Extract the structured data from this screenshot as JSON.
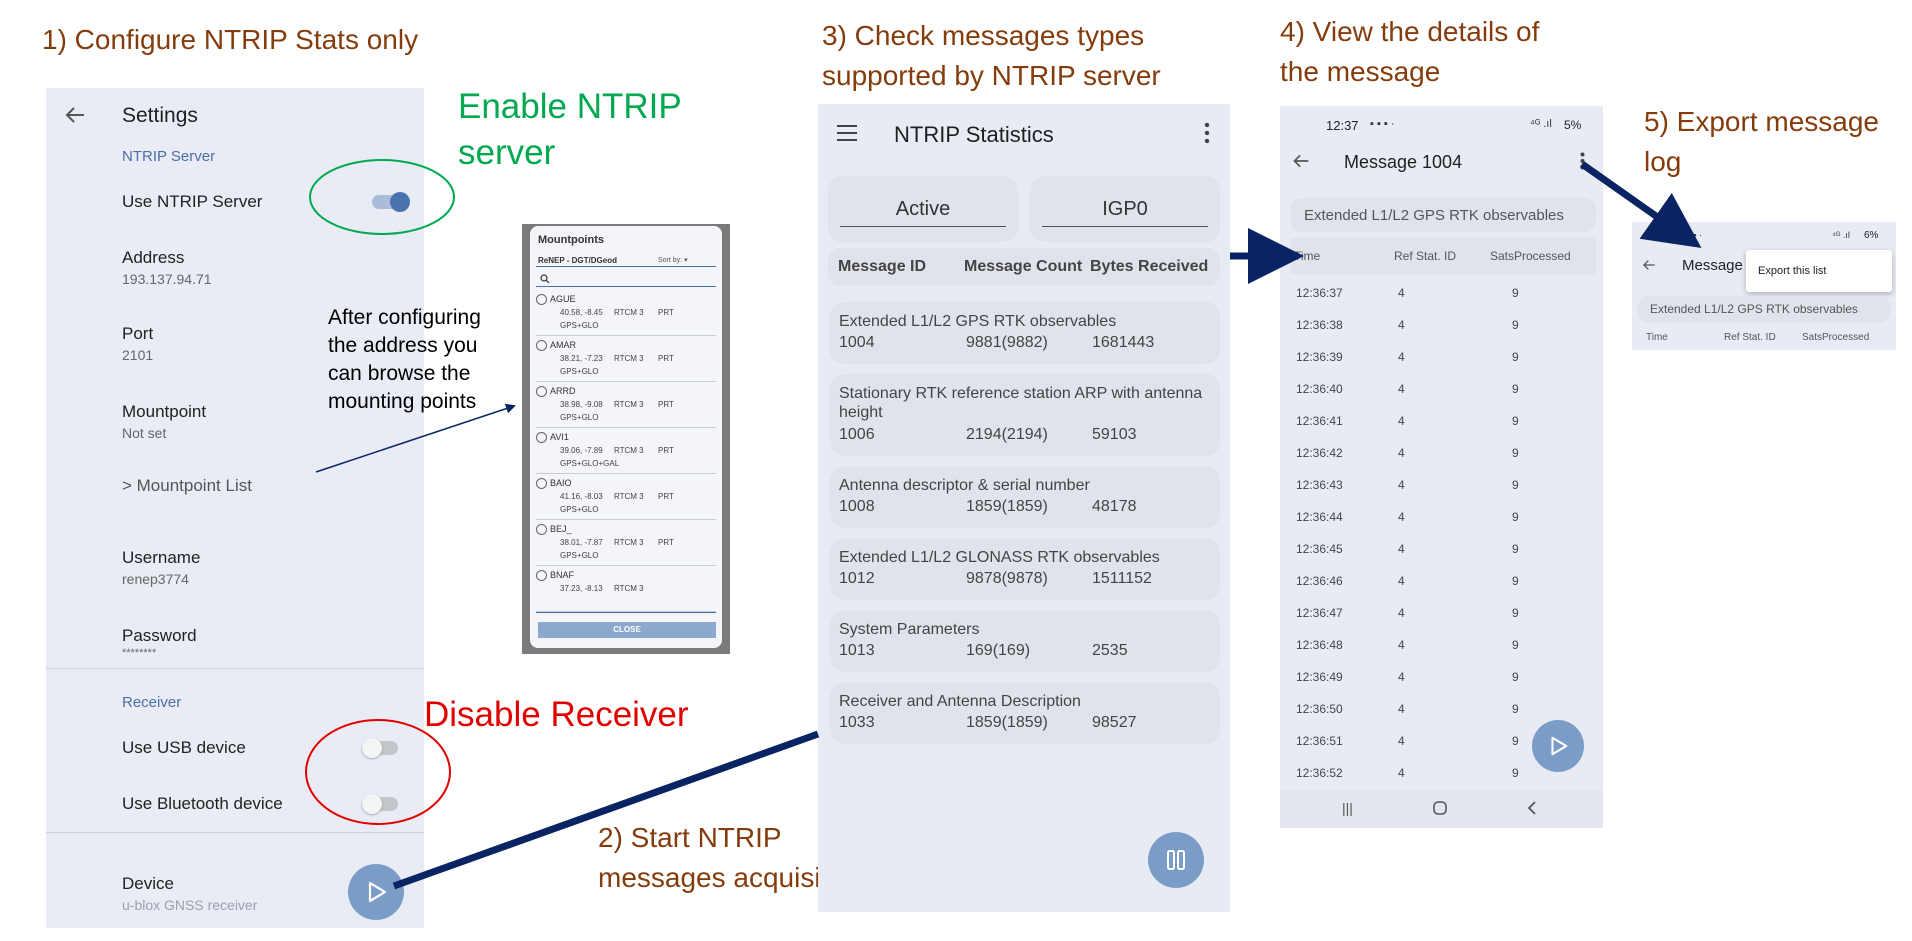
{
  "steps": {
    "s1": "1) Configure NTRIP Stats only",
    "s2a": "2) Start NTRIP",
    "s2b": "messages acquisition",
    "s3a": "3) Check messages types",
    "s3b": "supported by NTRIP server",
    "s4a": "4) View the details of",
    "s4b": "the message",
    "s5a": "5) Export message",
    "s5b": "log"
  },
  "annotations": {
    "enable_a": "Enable NTRIP",
    "enable_b": "server",
    "disable": "Disable Receiver",
    "browse": [
      "After configuring",
      "the address you",
      "can browse the",
      "mounting points"
    ]
  },
  "settings": {
    "title": "Settings",
    "section_server": "NTRIP Server",
    "use_server": "Use NTRIP Server",
    "use_server_on": true,
    "address_label": "Address",
    "address_value": "193.137.94.71",
    "port_label": "Port",
    "port_value": "2101",
    "mountpoint_label": "Mountpoint",
    "mountpoint_value": "Not set",
    "mountpoint_list": "> Mountpoint List",
    "username_label": "Username",
    "username_value": "renep3774",
    "password_label": "Password",
    "password_value": "********",
    "section_receiver": "Receiver",
    "use_usb": "Use USB device",
    "use_usb_on": false,
    "use_bt": "Use Bluetooth device",
    "use_bt_on": false,
    "device_label": "Device",
    "device_value": "u-blox GNSS receiver"
  },
  "mountpoints": {
    "title": "Mountpoints",
    "network": "ReNEP - DGT/DGeod",
    "sort": "Sort by:",
    "close": "CLOSE",
    "items": [
      {
        "name": "AGUE",
        "coords": "40.58, -8.45",
        "format": "RTCM 3",
        "country": "PRT",
        "systems": "GPS+GLO"
      },
      {
        "name": "AMAR",
        "coords": "38.21, -7.23",
        "format": "RTCM 3",
        "country": "PRT",
        "systems": "GPS+GLO"
      },
      {
        "name": "ARRD",
        "coords": "38.98, -9.08",
        "format": "RTCM 3",
        "country": "PRT",
        "systems": "GPS+GLO"
      },
      {
        "name": "AVI1",
        "coords": "39.06, -7.89",
        "format": "RTCM 3",
        "country": "PRT",
        "systems": "GPS+GLO+GAL"
      },
      {
        "name": "BAIO",
        "coords": "41.16, -8.03",
        "format": "RTCM 3",
        "country": "PRT",
        "systems": "GPS+GLO"
      },
      {
        "name": "BEJ_",
        "coords": "38.01, -7.87",
        "format": "RTCM 3",
        "country": "PRT",
        "systems": "GPS+GLO"
      },
      {
        "name": "BNAF",
        "coords": "37.23, -8.13",
        "format": "RTCM 3",
        "country": "",
        "systems": ""
      }
    ]
  },
  "stats": {
    "title": "NTRIP Statistics",
    "status": "Active",
    "mountpoint": "IGP0",
    "headers": [
      "Message ID",
      "Message Count",
      "Bytes Received"
    ],
    "messages": [
      {
        "title": "Extended L1/L2 GPS RTK observables",
        "id": "1004",
        "count": "9881(9882)",
        "bytes": "1681443"
      },
      {
        "title": "Stationary RTK reference station ARP with antenna height",
        "id": "1006",
        "count": "2194(2194)",
        "bytes": "59103"
      },
      {
        "title": "Antenna descriptor & serial number",
        "id": "1008",
        "count": "1859(1859)",
        "bytes": "48178"
      },
      {
        "title": "Extended L1/L2 GLONASS RTK observables",
        "id": "1012",
        "count": "9878(9878)",
        "bytes": "1511152"
      },
      {
        "title": "System Parameters",
        "id": "1013",
        "count": "169(169)",
        "bytes": "2535"
      },
      {
        "title": "Receiver and Antenna Description",
        "id": "1033",
        "count": "1859(1859)",
        "bytes": "98527"
      }
    ]
  },
  "detail": {
    "status_time": "12:37",
    "status_right": "5%",
    "title": "Message 1004",
    "subtitle": "Extended L1/L2 GPS RTK observables",
    "headers": [
      "Time",
      "Ref Stat. ID",
      "SatsProcessed"
    ],
    "rows": [
      [
        "12:36:37",
        "4",
        "9"
      ],
      [
        "12:36:38",
        "4",
        "9"
      ],
      [
        "12:36:39",
        "4",
        "9"
      ],
      [
        "12:36:40",
        "4",
        "9"
      ],
      [
        "12:36:41",
        "4",
        "9"
      ],
      [
        "12:36:42",
        "4",
        "9"
      ],
      [
        "12:36:43",
        "4",
        "9"
      ],
      [
        "12:36:44",
        "4",
        "9"
      ],
      [
        "12:36:45",
        "4",
        "9"
      ],
      [
        "12:36:46",
        "4",
        "9"
      ],
      [
        "12:36:47",
        "4",
        "9"
      ],
      [
        "12:36:48",
        "4",
        "9"
      ],
      [
        "12:36:49",
        "4",
        "9"
      ],
      [
        "12:36:50",
        "4",
        "9"
      ],
      [
        "12:36:51",
        "4",
        "9"
      ],
      [
        "12:36:52",
        "4",
        "9"
      ]
    ]
  },
  "export": {
    "status_right": "6%",
    "title": "Message",
    "menu_item": "Export this list",
    "subtitle": "Extended L1/L2 GPS RTK observables",
    "headers": [
      "Time",
      "Ref Stat. ID",
      "SatsProcessed"
    ]
  },
  "colors": {
    "step_text": "#843c0c",
    "enable_green": "#00a84f",
    "disable_red": "#e00000",
    "arrow_navy": "#0a2463",
    "accent_blue": "#4a6fa5",
    "fab": "#7a9cc6"
  }
}
